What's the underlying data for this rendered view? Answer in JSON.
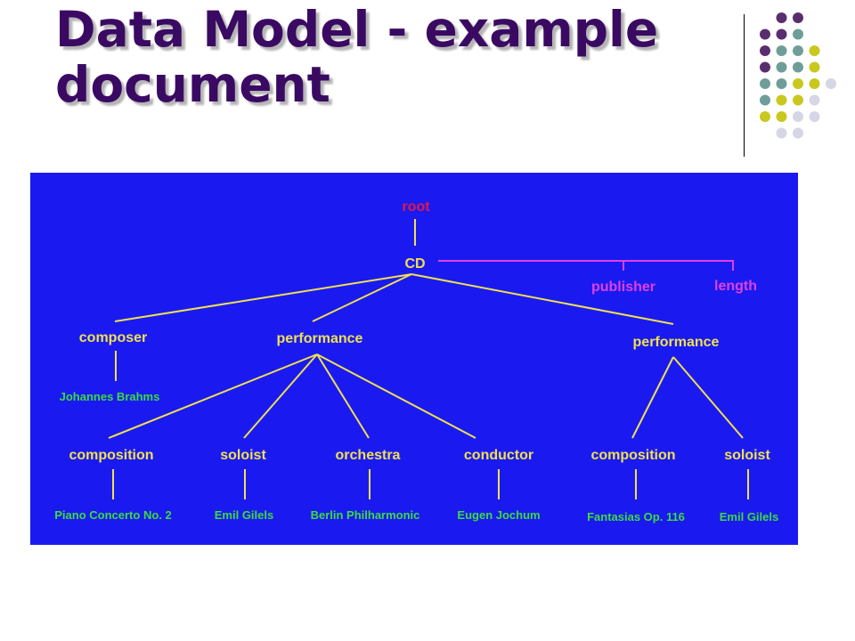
{
  "slide": {
    "title": "Data Model - example document",
    "accent_colors": {
      "plum": "#5a2e6e",
      "teal": "#6f9e9a",
      "olive": "#c8c81e",
      "lavender": "#d5d6e6"
    }
  },
  "diagram": {
    "background": "#1a1af0",
    "colors": {
      "element": "#f0e050",
      "leaf_value": "#3cdc3c",
      "root": "#e0184a",
      "attribute": "#e040e0"
    },
    "labels": {
      "root": "root",
      "cd": "CD",
      "attr_publisher": "publisher",
      "attr_length": "length",
      "composer": "composer",
      "performance_1": "performance",
      "performance_2": "performance",
      "composition_1": "composition",
      "soloist_1": "soloist",
      "orchestra": "orchestra",
      "conductor": "conductor",
      "composition_2": "composition",
      "soloist_2": "soloist",
      "value_composer": "Johannes Brahms",
      "value_composition_1": "Piano Concerto No. 2",
      "value_soloist_1": "Emil Gilels",
      "value_orchestra": "Berlin Philharmonic",
      "value_conductor": "Eugen Jochum",
      "value_composition_2": "Fantasias Op. 116",
      "value_soloist_2": "Emil Gilels"
    }
  }
}
